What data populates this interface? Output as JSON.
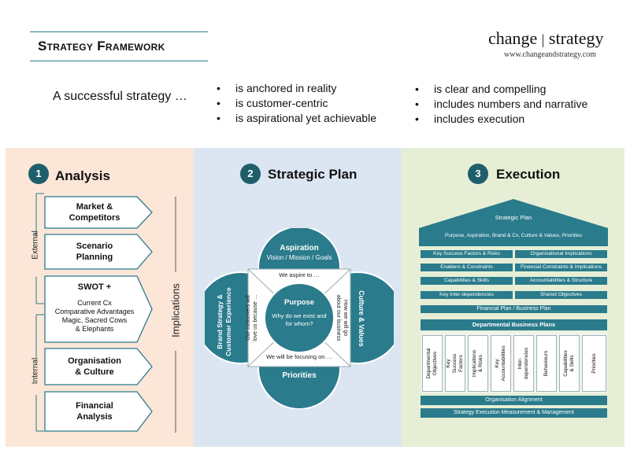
{
  "header": {
    "title": "Strategy Framework",
    "logo_left": "change",
    "logo_sep": "|",
    "logo_right": "strategy",
    "logo_url": "www.changeandstrategy.com"
  },
  "intro": {
    "lead": "A successful strategy …",
    "bullet_char": "•",
    "col1": [
      "is anchored in reality",
      "is customer-centric",
      "is aspirational yet achievable"
    ],
    "col2": [
      "is clear and compelling",
      "includes numbers and narrative",
      "includes execution"
    ]
  },
  "analysis": {
    "num": "1",
    "title": "Analysis",
    "external_label": "External",
    "internal_label": "Internal",
    "implications_label": "Implications",
    "items": [
      {
        "label": "Market &\nCompetitors"
      },
      {
        "label": "Scenario\nPlanning"
      },
      {
        "label": "SWOT +",
        "sub": "Current Cx\nComparative Advantages\nMagic, Sacred Cows\n& Elephants"
      },
      {
        "label": "Organisation\n& Culture"
      },
      {
        "label": "Financial\nAnalysis"
      }
    ]
  },
  "strategic_plan": {
    "num": "2",
    "title": "Strategic Plan",
    "aspiration_title": "Aspiration",
    "aspiration_sub": "Vision / Mission / Goals",
    "left_petal": "Brand Strategy &\nCustomer Experience",
    "right_petal": "Culture & Values",
    "bottom_petal": "Priorities",
    "aspire_text": "We aspire to …",
    "focus_text": "We will be focusing on …",
    "left_inner": "Our customers will\nlove us because …",
    "right_inner": "How we will go\nabout our business",
    "purpose_title": "Purpose",
    "purpose_sub": "Why do we exist and\nfor whom?"
  },
  "execution": {
    "num": "3",
    "title": "Execution",
    "roof_title": "Strategic Plan",
    "roof_sub": "Purpose, Aspiration, Brand & Cx, Culture & Values, Priorities",
    "grid_left": [
      "Key Success Factors & Risks",
      "Enablers & Constraints",
      "Capabilities & Skills",
      "Key Inter-dependencies"
    ],
    "grid_right": [
      "Organisational Implications",
      "Financial Constraints & Implications",
      "Accountabilities & Structure",
      "Shared Objectives"
    ],
    "financial_plan": "Financial Plan / Business Plan",
    "dept_plans": "Departmental Business Plans",
    "columns": [
      "Departmental\nObjectives",
      "Key Success\nFactors",
      "Implications\n& Risks",
      "Key\nAccountabilities",
      "Inter-\ndependencies",
      "Behaviours",
      "Capabilities\n& Skills",
      "Priorities"
    ],
    "org_alignment": "Organisation Alignment",
    "measurement": "Strategy Execution Measurement & Management"
  }
}
